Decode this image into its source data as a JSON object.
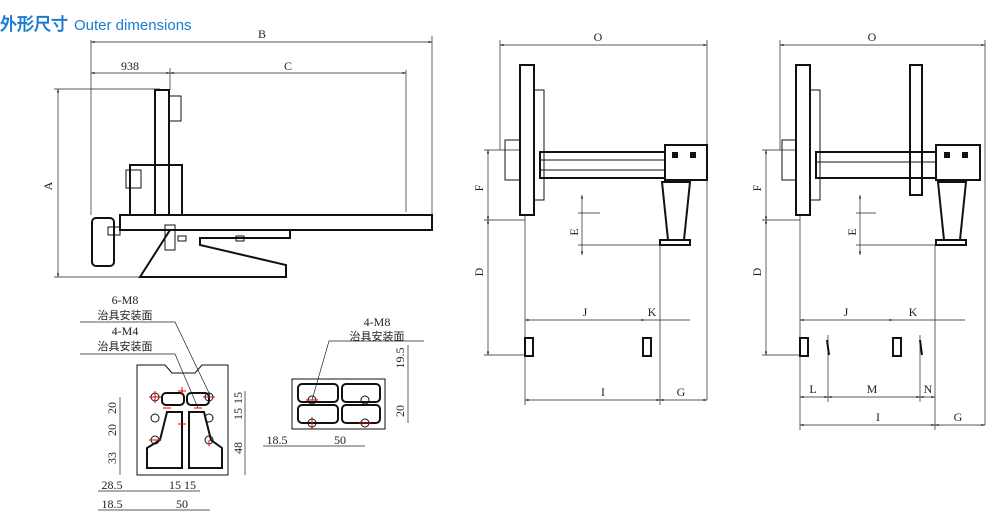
{
  "title": {
    "zh": "外形尺寸",
    "en": "Outer dimensions"
  },
  "side_view": {
    "B": "B",
    "dim938": "938",
    "C": "C",
    "A": "A"
  },
  "front_view_1": {
    "O": "O",
    "F": "F",
    "E": "E",
    "D": "D",
    "J": "J",
    "K": "K",
    "I": "I",
    "G": "G"
  },
  "front_view_2": {
    "O": "O",
    "F": "F",
    "E": "E",
    "D": "D",
    "J": "J",
    "K": "K",
    "L": "L",
    "M": "M",
    "N": "N",
    "I": "I",
    "G": "G"
  },
  "fixture_plate_1": {
    "note1_spec": "6-M8",
    "note1_text": "治具安装面",
    "note2_spec": "4-M4",
    "note2_text": "治具安装面",
    "v20a": "20",
    "v20b": "20",
    "v33": "33",
    "v15a": "15",
    "v15b": "15",
    "v48": "48",
    "h28_5": "28.5",
    "h15a": "15",
    "h15b": "15",
    "h18_5": "18.5",
    "h50": "50"
  },
  "fixture_plate_2": {
    "note_spec": "4-M8",
    "note_text": "治具安装面",
    "v19_5": "19.5",
    "v20": "20",
    "h18_5": "18.5",
    "h50": "50"
  }
}
